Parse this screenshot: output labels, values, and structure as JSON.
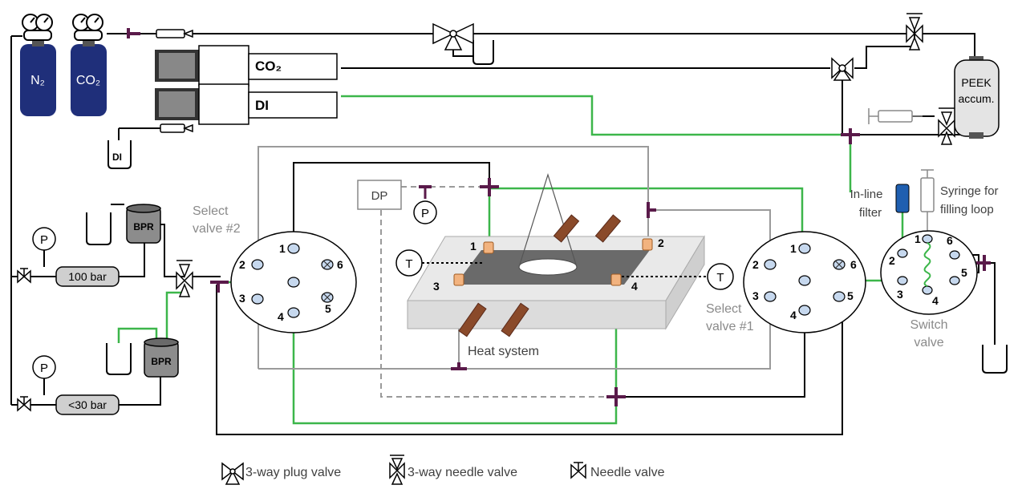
{
  "gases": {
    "n2": "N₂",
    "co2": "CO₂"
  },
  "pumps": {
    "co2": "CO₂",
    "di": "DI"
  },
  "beakers": {
    "di": "DI"
  },
  "bpr": {
    "top": "BPR",
    "bottom": "BPR"
  },
  "regulators": {
    "high": "100 bar",
    "low": "<30 bar"
  },
  "pressure": {
    "p": "P"
  },
  "temperature": {
    "t": "T"
  },
  "dp": "DP",
  "accumulator": {
    "line1": "PEEK",
    "line2": "accum."
  },
  "select_valve_2": {
    "line1": "Select",
    "line2": "valve #2",
    "ports": [
      "1",
      "2",
      "3",
      "4",
      "5",
      "6"
    ]
  },
  "select_valve_1": {
    "line1": "Select",
    "line2": "valve #1",
    "ports": [
      "1",
      "2",
      "3",
      "4",
      "5",
      "6"
    ]
  },
  "switch_valve": {
    "line1": "Switch",
    "line2": "valve",
    "ports": [
      "1",
      "2",
      "3",
      "4",
      "5",
      "6"
    ]
  },
  "chip_ports": [
    "1",
    "2",
    "3",
    "4"
  ],
  "heat_system": "Heat system",
  "inline_filter": {
    "line1": "In-line",
    "line2": "filter"
  },
  "syringe": {
    "line1": "Syringe for",
    "line2": "filling loop"
  },
  "legend": {
    "plug": "3-way plug valve",
    "needle3": "3-way needle valve",
    "needle": "Needle valve"
  },
  "colors": {
    "green": "#3cb64a",
    "black": "#000000",
    "grey": "#9a9a9a",
    "purple": "#5a1a4a",
    "gas": "#1f2f7a",
    "orange": "#f2b37f",
    "wood": "#8a4a2a"
  }
}
